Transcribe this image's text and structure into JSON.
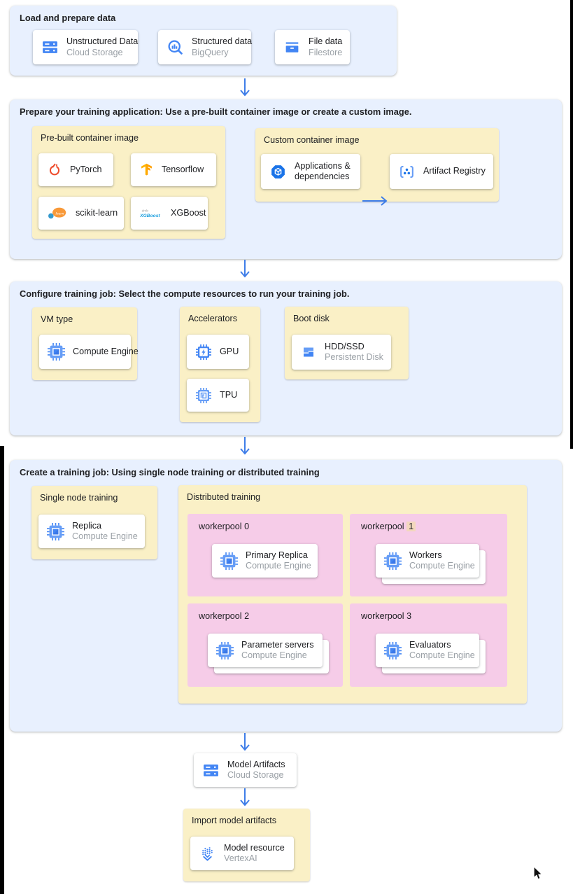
{
  "colors": {
    "section_bg": "#e8f0fe",
    "panel_bg": "#faf0c6",
    "workerpool_bg": "#f6cce8",
    "arrow_blue": "#3e7de8",
    "icon_blue": "#4285f4",
    "icon_blue_light": "#669df6",
    "pytorch_red": "#ee4c2c",
    "tensorflow_orange": "#ffa000",
    "sklearn_orange": "#f89939",
    "sklearn_blue": "#3499cd",
    "xgboost_blue": "#1a9ede",
    "title_text": "#202124",
    "subtitle_text": "#9aa0a6",
    "number_highlight": "#f3d8bd"
  },
  "section1": {
    "title": "Load and prepare data",
    "cards": [
      {
        "title": "Unstructured Data",
        "subtitle": "Cloud Storage",
        "icon": "cloud-storage-icon"
      },
      {
        "title": "Structured data",
        "subtitle": "BigQuery",
        "icon": "bigquery-icon"
      },
      {
        "title": "File data",
        "subtitle": "Filestore",
        "icon": "filestore-icon"
      }
    ]
  },
  "section2": {
    "title": "Prepare your training application: Use a pre-built container image or create a custom image.",
    "prebuilt": {
      "label": "Pre-built container image",
      "cards": [
        {
          "title": "PyTorch",
          "icon": "pytorch-icon"
        },
        {
          "title": "Tensorflow",
          "icon": "tensorflow-icon"
        },
        {
          "title": "scikit-learn",
          "icon": "scikit-learn-icon"
        },
        {
          "title": "XGBoost",
          "icon": "xgboost-icon"
        }
      ]
    },
    "custom": {
      "label": "Custom container image",
      "cards": [
        {
          "title": "Applications & dependencies",
          "icon": "applications-icon"
        },
        {
          "title": "Artifact Registry",
          "icon": "artifact-registry-icon"
        }
      ]
    }
  },
  "section3": {
    "title": "Configure training job: Select the compute resources to run your training job.",
    "vm_type": {
      "label": "VM type",
      "card": {
        "title": "Compute Engine",
        "icon": "compute-engine-icon"
      }
    },
    "accelerators": {
      "label": "Accelerators",
      "cards": [
        {
          "title": "GPU",
          "icon": "gpu-icon"
        },
        {
          "title": "TPU",
          "icon": "tpu-icon"
        }
      ]
    },
    "boot_disk": {
      "label": "Boot disk",
      "card": {
        "title": "HDD/SSD",
        "subtitle": "Persistent Disk",
        "icon": "persistent-disk-icon"
      }
    }
  },
  "section4": {
    "title": "Create a training job: Using single node training or distributed training",
    "single_node": {
      "label": "Single node training",
      "card": {
        "title": "Replica",
        "subtitle": "Compute Engine",
        "icon": "compute-engine-icon"
      }
    },
    "distributed": {
      "label": "Distributed training",
      "workerpools": [
        {
          "label": "workerpool",
          "number": "0",
          "card": {
            "title": "Primary Replica",
            "subtitle": "Compute Engine",
            "icon": "compute-engine-icon"
          }
        },
        {
          "label": "workerpool",
          "number": "1",
          "card": {
            "title": "Workers",
            "subtitle": "Compute Engine",
            "icon": "compute-engine-icon"
          }
        },
        {
          "label": "workerpool",
          "number": "2",
          "card": {
            "title": "Parameter servers",
            "subtitle": "Compute Engine",
            "icon": "compute-engine-icon"
          }
        },
        {
          "label": "workerpool",
          "number": "3",
          "card": {
            "title": "Evaluators",
            "subtitle": "Compute Engine",
            "icon": "compute-engine-icon"
          }
        }
      ]
    }
  },
  "model_artifacts": {
    "title": "Model Artifacts",
    "subtitle": "Cloud Storage",
    "icon": "cloud-storage-icon"
  },
  "import_section": {
    "label": "Import model artifacts",
    "card": {
      "title": "Model resource",
      "subtitle": "VertexAI",
      "icon": "vertex-ai-icon"
    }
  }
}
